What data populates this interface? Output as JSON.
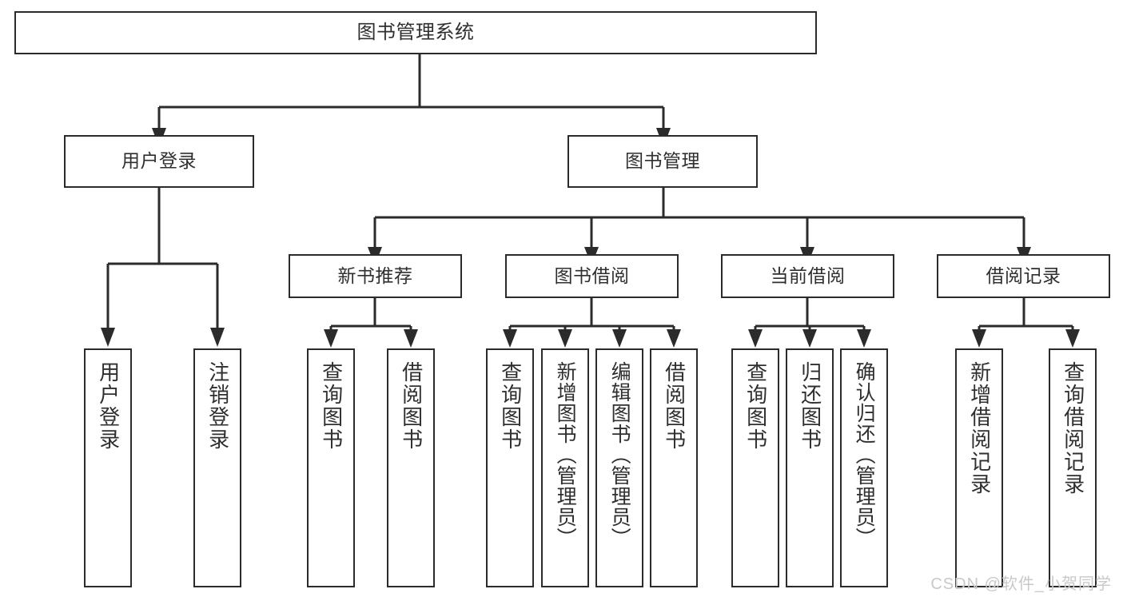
{
  "diagram": {
    "title": "图书管理系统",
    "type": "功能结构图",
    "line_color": "#2b2b2b",
    "box_fill": "#ffffff",
    "text_color": "#2f2f2f",
    "watermark": "CSDN @软件_小贺同学"
  },
  "root": {
    "label": "图书管理系统"
  },
  "level2": [
    {
      "label": "用户登录"
    },
    {
      "label": "图书管理"
    }
  ],
  "level3": [
    {
      "label": "新书推荐"
    },
    {
      "label": "图书借阅"
    },
    {
      "label": "当前借阅"
    },
    {
      "label": "借阅记录"
    }
  ],
  "leaves": {
    "user_login": [
      {
        "label": "用户登录"
      },
      {
        "label": "注销登录"
      }
    ],
    "new_book": [
      {
        "label": "查询图书"
      },
      {
        "label": "借阅图书"
      }
    ],
    "book_borrow": [
      {
        "label": "查询图书"
      },
      {
        "label": "新增图书（管理员）"
      },
      {
        "label": "编辑图书（管理员）"
      },
      {
        "label": "借阅图书"
      }
    ],
    "current_borrow": [
      {
        "label": "查询图书"
      },
      {
        "label": "归还图书"
      },
      {
        "label": "确认归还（管理员）"
      }
    ],
    "borrow_record": [
      {
        "label": "新增借阅记录"
      },
      {
        "label": "查询借阅记录"
      }
    ]
  }
}
